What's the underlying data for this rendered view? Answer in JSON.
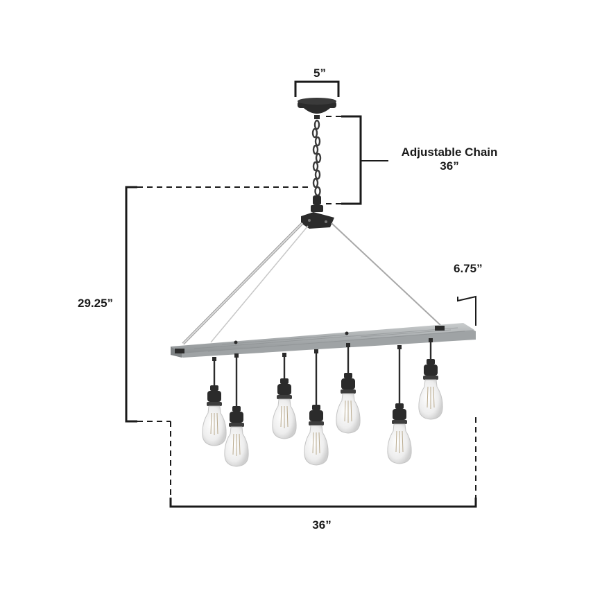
{
  "dimensions": {
    "canopy_width": "5”",
    "chain_label": "Adjustable Chain",
    "chain_length": "36”",
    "fixture_height": "29.25”",
    "fixture_depth": "6.75”",
    "fixture_width": "36”"
  },
  "colors": {
    "dimension_line": "#1a1a1a",
    "metal_black": "#2b2b2b",
    "wood_gray": "#b9bcbd",
    "cable_silver": "#bdbdbd",
    "glass": "#e9e9e9"
  }
}
